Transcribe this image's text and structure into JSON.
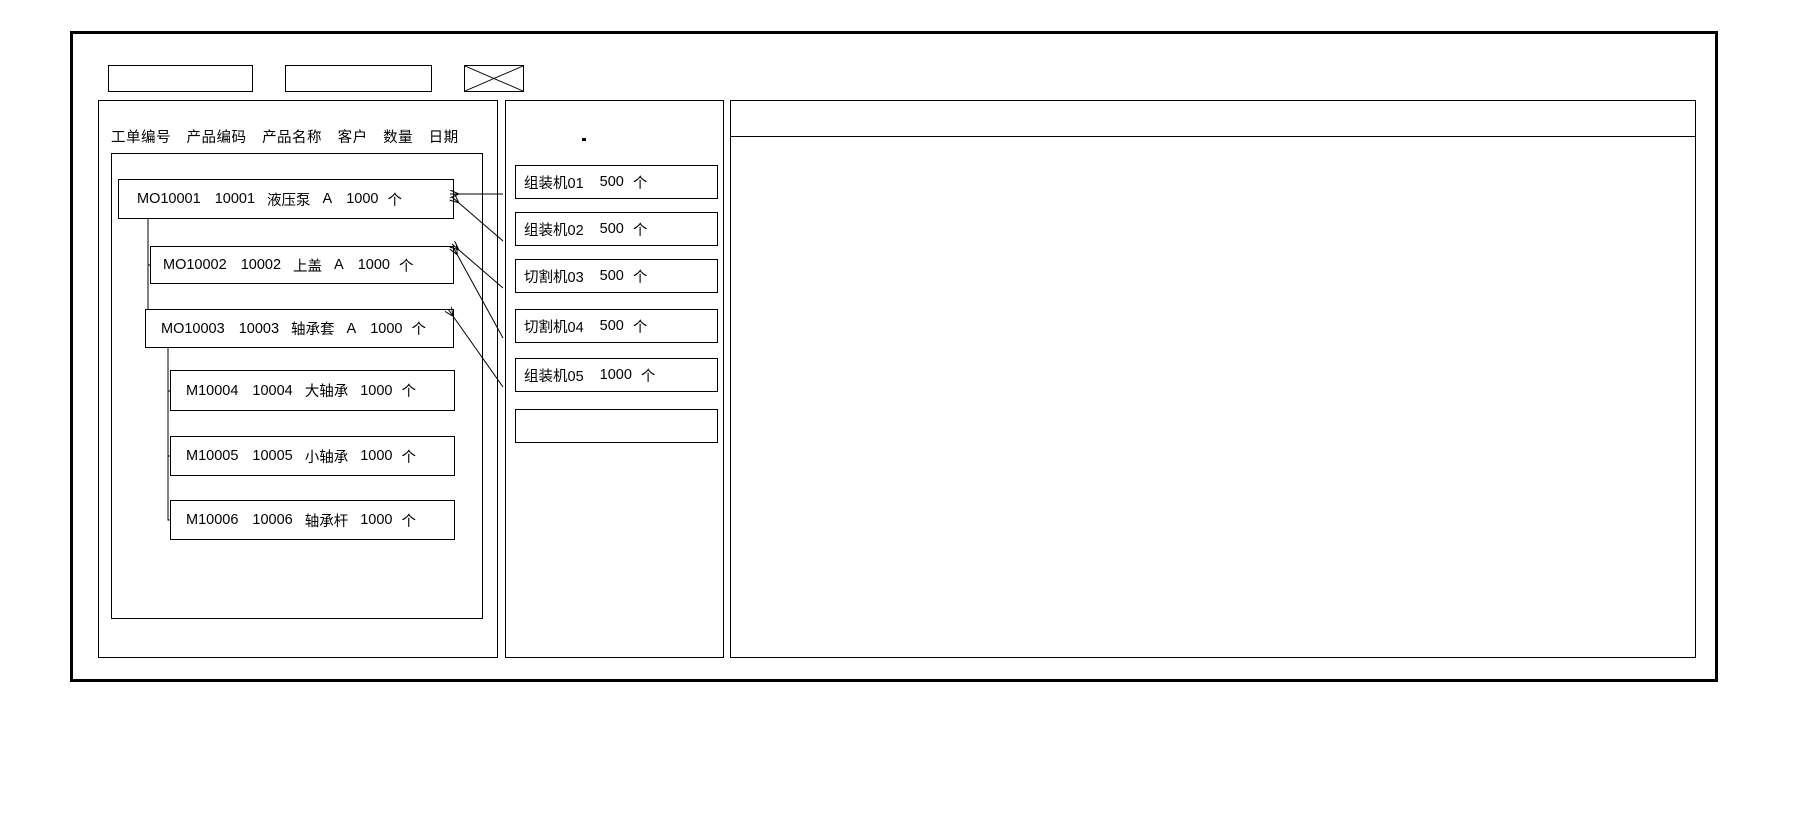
{
  "window": {
    "title": ""
  },
  "toolbar": {
    "boxes": [
      {
        "name": "toolbar-field-1",
        "label": ""
      },
      {
        "name": "toolbar-field-2",
        "label": ""
      }
    ],
    "image_placeholder_label": ""
  },
  "work_order_panel": {
    "columns": [
      "工单编号",
      "产品编码",
      "产品名称",
      "客户",
      "数量",
      "日期"
    ],
    "rows": [
      {
        "level": 0,
        "order_no": "MO10001",
        "part_code": "10001",
        "part_name": "液压泵",
        "customer": "A",
        "qty": "1000",
        "unit": "个",
        "date": ""
      },
      {
        "level": 1,
        "order_no": "MO10002",
        "part_code": "10002",
        "part_name": "上盖",
        "customer": "A",
        "qty": "1000",
        "unit": "个",
        "date": ""
      },
      {
        "level": 1,
        "order_no": "MO10003",
        "part_code": "10003",
        "part_name": "轴承套",
        "customer": "A",
        "qty": "1000",
        "unit": "个",
        "date": ""
      },
      {
        "level": 2,
        "order_no": "M10004",
        "part_code": "10004",
        "part_name": "大轴承",
        "customer": "",
        "qty": "1000",
        "unit": "个",
        "date": ""
      },
      {
        "level": 2,
        "order_no": "M10005",
        "part_code": "10005",
        "part_name": "小轴承",
        "customer": "",
        "qty": "1000",
        "unit": "个",
        "date": ""
      },
      {
        "level": 2,
        "order_no": "M10006",
        "part_code": "10006",
        "part_name": "轴承杆",
        "customer": "",
        "qty": "1000",
        "unit": "个",
        "date": ""
      }
    ]
  },
  "machine_panel": {
    "rows": [
      {
        "machine": "组装机01",
        "qty": "500",
        "unit": "个"
      },
      {
        "machine": "组装机02",
        "qty": "500",
        "unit": "个"
      },
      {
        "machine": "切割机03",
        "qty": "500",
        "unit": "个"
      },
      {
        "machine": "切割机04",
        "qty": "500",
        "unit": "个"
      },
      {
        "machine": "组装机05",
        "qty": "1000",
        "unit": "个"
      },
      {
        "machine": "",
        "qty": "",
        "unit": ""
      }
    ]
  },
  "detail_panel": {
    "header_text": "",
    "body_text": ""
  },
  "colors": {
    "line": "#000000",
    "background": "#ffffff",
    "text": "#000000"
  }
}
